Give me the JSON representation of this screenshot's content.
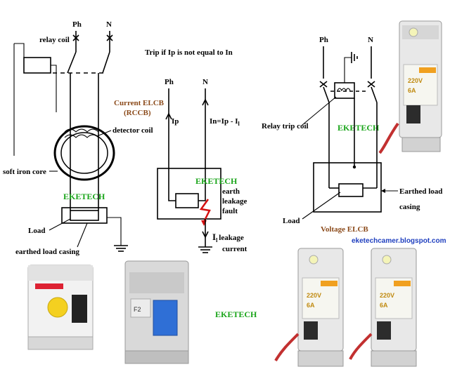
{
  "current_elcb": {
    "ph": "Ph",
    "n": "N",
    "relay_coil": "relay coil",
    "trip_rule": "Trip if Ip is not equal to In",
    "title_line1": "Current ELCB",
    "title_line2": "(RCCB)",
    "detector_coil": "detector coil",
    "soft_iron_core": "soft iron core",
    "watermark": "EKETECH",
    "load": "Load",
    "earthed_load_casing": "earthed load casing"
  },
  "leakage_diagram": {
    "ph": "Ph",
    "n": "N",
    "ip": "Ip",
    "in_eq_base": "In=Ip - I",
    "in_eq_sub": "l",
    "watermark": "EKETECH",
    "earth": "earth",
    "leakage": "leakage",
    "fault": "fault",
    "il_base": "I",
    "il_sub": "l",
    "il_leakage": "leakage",
    "current": "current"
  },
  "voltage_elcb": {
    "ph": "Ph",
    "n": "N",
    "relay_trip_coil": "Relay trip coil",
    "watermark": "EKETECH",
    "earthed_load_line1": "Earthed load",
    "earthed_load_line2": "casing",
    "load": "Load",
    "title": "Voltage ELCB",
    "blog": "eketechcamer.blogspot.com"
  },
  "bottom_watermark": "EKETECH",
  "devices": {
    "small_label": "220V",
    "small_label2": "6A",
    "rcd_label": "F2"
  }
}
